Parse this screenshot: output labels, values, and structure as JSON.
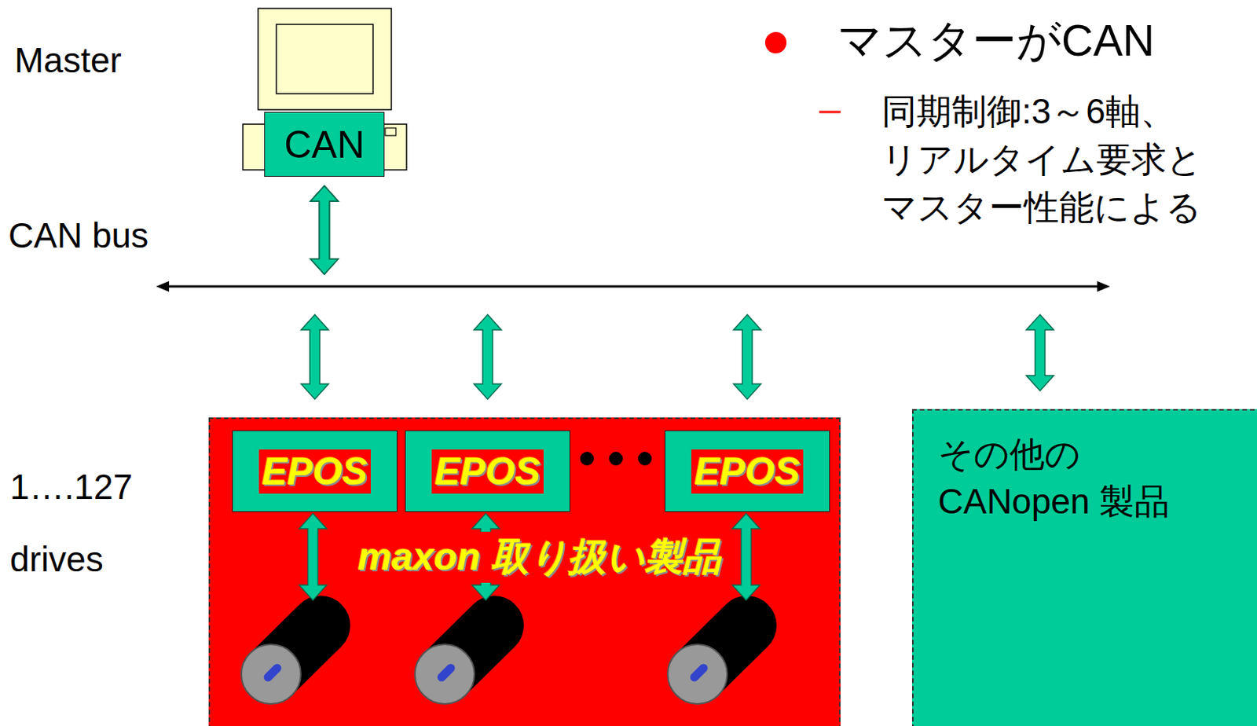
{
  "diagram": {
    "nodes": [
      {
        "text": [
          "CAN"
        ]
      },
      {
        "text": [
          "maxon 取り扱い製品"
        ]
      },
      {
        "text": [
          "EPOS"
        ],
        "in": 1
      },
      {
        "text": [
          "EPOS"
        ],
        "in": 1
      },
      {
        "text": [
          "EPOS"
        ],
        "in": 1
      },
      {
        "text": [
          "その他の CANopen 製品"
        ]
      }
    ],
    "edges": [
      {
        "from": 0,
        "to": 2,
        "arrow": "both"
      },
      {
        "from": 0,
        "to": 3,
        "arrow": "both"
      },
      {
        "from": 0,
        "to": 4,
        "arrow": "both"
      },
      {
        "from": 0,
        "to": 5,
        "arrow": "both"
      }
    ],
    "labels": [
      "Master",
      "CAN bus",
      "マスターがCAN",
      "同期制御:3～6軸、 リアルタイム要求と マスター性能による",
      "1….127",
      "drives"
    ]
  }
}
